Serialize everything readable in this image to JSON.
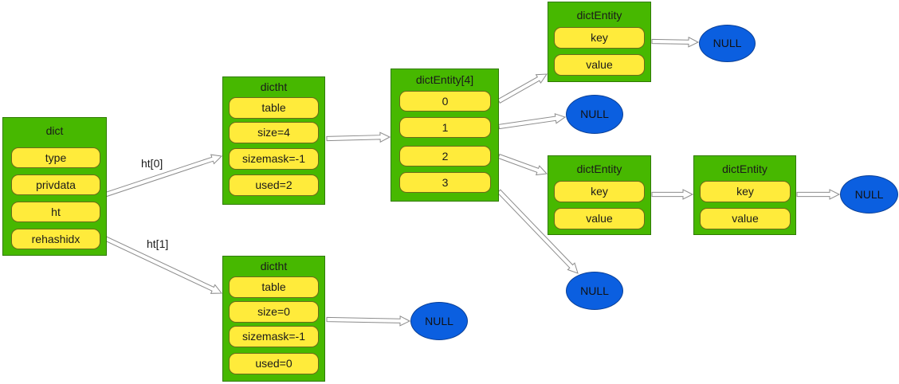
{
  "colors": {
    "box_fill": "#47b800",
    "field_fill": "#ffeb3b",
    "null_fill": "#0b5fe0",
    "arrow_fill": "#ffffff",
    "arrow_stroke": "#8c8c8c"
  },
  "dict": {
    "title": "dict",
    "fields": [
      "type",
      "privdata",
      "ht",
      "rehashidx"
    ]
  },
  "edge_labels": {
    "ht0": "ht[0]",
    "ht1": "ht[1]"
  },
  "dictht0": {
    "title": "dictht",
    "fields": [
      "table",
      "size=4",
      "sizemask=-1",
      "used=2"
    ]
  },
  "dictht1": {
    "title": "dictht",
    "fields": [
      "table",
      "size=0",
      "sizemask=-1",
      "used=0"
    ]
  },
  "table": {
    "title": "dictEntity[4]",
    "slots": [
      "0",
      "1",
      "2",
      "3"
    ]
  },
  "entry_a": {
    "title": "dictEntity",
    "fields": [
      "key",
      "value"
    ]
  },
  "entry_b": {
    "title": "dictEntity",
    "fields": [
      "key",
      "value"
    ]
  },
  "entry_c": {
    "title": "dictEntity",
    "fields": [
      "key",
      "value"
    ]
  },
  "null_label": "NULL"
}
